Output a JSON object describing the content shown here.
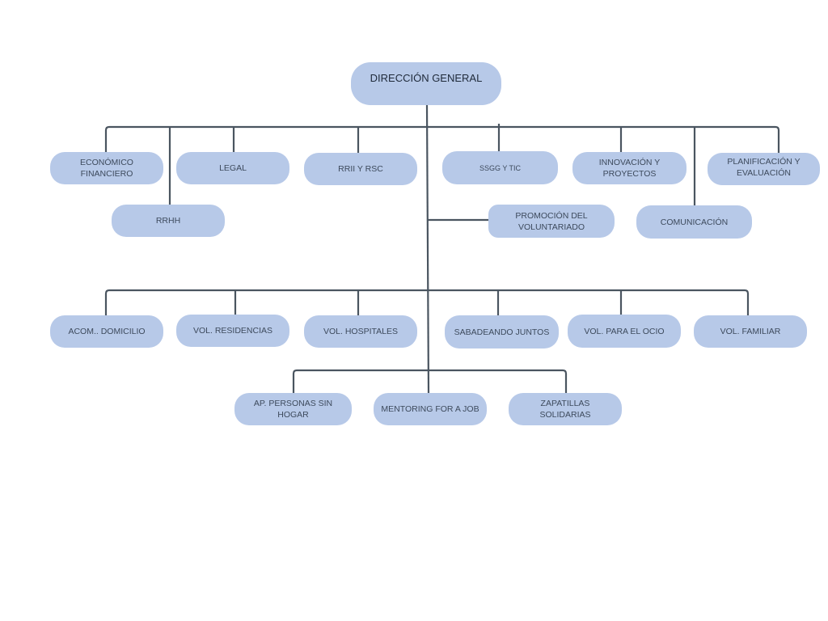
{
  "colors": {
    "box": "#b7c9e8",
    "line": "#4a5560",
    "text": "#3d4a5c"
  },
  "root": "DIRECCIÓN GENERAL",
  "level1": [
    {
      "id": "economico",
      "label": "ECONÓMICO\nFINANCIERO"
    },
    {
      "id": "rrhh",
      "label": "RRHH"
    },
    {
      "id": "legal",
      "label": "LEGAL"
    },
    {
      "id": "rrii",
      "label": "RRII Y RSC"
    },
    {
      "id": "ssgg",
      "label": "SSGG Y TIC"
    },
    {
      "id": "innovacion",
      "label": "INNOVACIÓN Y\nPROYECTOS"
    },
    {
      "id": "planificacion",
      "label": "PLANIFICACIÓN Y\nEVALUACIÓN"
    },
    {
      "id": "promocion",
      "label": "PROMOCIÓN DEL\nVOLUNTARIADO"
    },
    {
      "id": "comunicacion",
      "label": "COMUNICACIÓN"
    }
  ],
  "programs": [
    {
      "id": "acom",
      "label": "ACOM.. DOMICILIO"
    },
    {
      "id": "residencias",
      "label": "VOL. RESIDENCIAS"
    },
    {
      "id": "hospitales",
      "label": "VOL. HOSPITALES"
    },
    {
      "id": "sabadeando",
      "label": "SABADEANDO JUNTOS"
    },
    {
      "id": "ocio",
      "label": "VOL. PARA EL OCIO"
    },
    {
      "id": "familiar",
      "label": "VOL. FAMILIAR"
    }
  ],
  "programs2": [
    {
      "id": "sinhogar",
      "label": "AP. PERSONAS SIN HOGAR"
    },
    {
      "id": "mentoring",
      "label": "MENTORING FOR A JOB"
    },
    {
      "id": "zapatillas",
      "label": "ZAPATILLAS SOLIDARIAS"
    }
  ]
}
